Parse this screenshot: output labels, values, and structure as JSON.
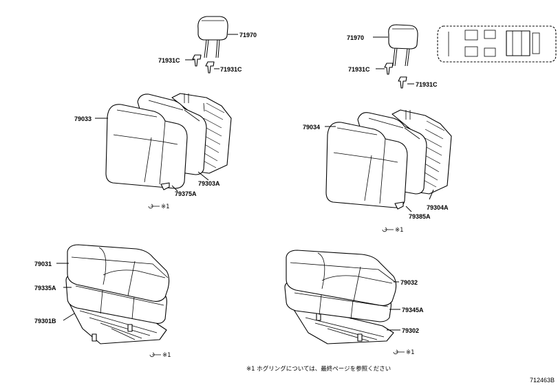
{
  "labels": {
    "lh_headrest": "71970",
    "lh_support_a": "71931C",
    "lh_support_b": "71931C",
    "rh_headrest": "71970",
    "rh_support_a": "71931C",
    "rh_support_b": "71931C",
    "lh_back": "79033",
    "lh_back_frame": "79303A",
    "lh_back_pad": "79375A",
    "rh_back": "79034",
    "rh_back_frame": "79304A",
    "rh_back_pad": "79385A",
    "lh_cushion": "79031",
    "lh_cushion_pad": "79335A",
    "lh_cushion_frame": "79301B",
    "rh_cushion": "79032",
    "rh_cushion_pad": "79345A",
    "rh_cushion_frame": "79302"
  },
  "hog_ring_refs": [
    "※1",
    "※1",
    "※1",
    "※1"
  ],
  "footnote": "※1  ホグリングについては、最終ページを参照ください",
  "figure_id": "712463B"
}
